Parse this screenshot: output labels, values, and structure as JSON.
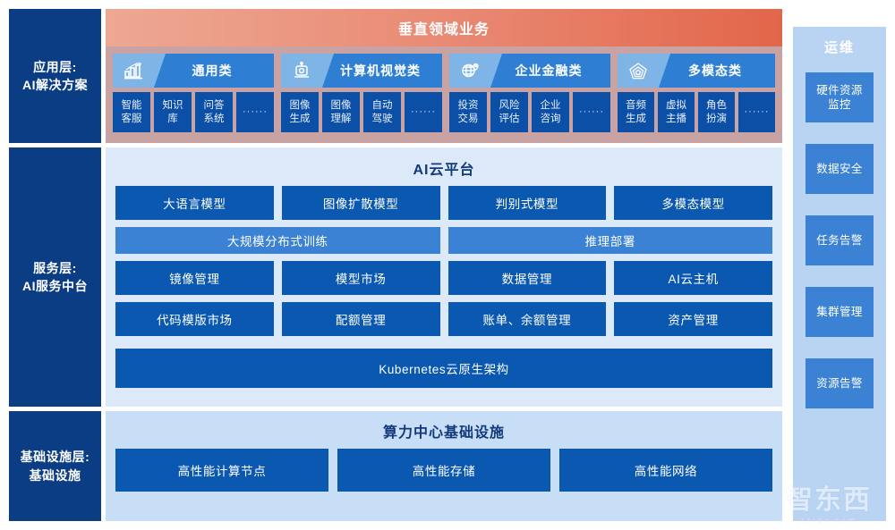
{
  "layers": [
    {
      "id": "application",
      "label": "应用层:\nAI解决方案"
    },
    {
      "id": "service",
      "label": "服务层:\nAI服务中台"
    },
    {
      "id": "infrastructure",
      "label": "基础设施层:\n基础设施"
    }
  ],
  "application": {
    "banner_title": "垂直领域业务",
    "categories": [
      {
        "title": "通用类",
        "icon": "bar-chart-icon",
        "items": [
          "智能\n客服",
          "知识\n库",
          "问答\n系统",
          "······"
        ]
      },
      {
        "title": "计算机视觉类",
        "icon": "camera-robot-icon",
        "items": [
          "图像\n生成",
          "图像\n理解",
          "自动\n驾驶",
          "······"
        ]
      },
      {
        "title": "企业金融类",
        "icon": "globe-pin-icon",
        "items": [
          "投资\n交易",
          "风险\n评估",
          "企业\n咨询",
          "······"
        ]
      },
      {
        "title": "多模态类",
        "icon": "pentagon-icon",
        "items": [
          "音频\n生成",
          "虚拟\n主播",
          "角色\n扮演",
          "······"
        ]
      }
    ]
  },
  "service": {
    "title": "AI云平台",
    "model_row": [
      "大语言模型",
      "图像扩散模型",
      "判别式模型",
      "多模态模型"
    ],
    "compute_row": [
      "大规模分布式训练",
      "推理部署"
    ],
    "service_row_1": [
      "镜像管理",
      "模型市场",
      "数据管理",
      "AI云主机"
    ],
    "service_row_2": [
      "代码模版市场",
      "配额管理",
      "账单、余额管理",
      "资产管理"
    ],
    "kubernetes": "Kubernetes云原生架构"
  },
  "infrastructure": {
    "title": "算力中心基础设施",
    "items": [
      "高性能计算节点",
      "高性能存储",
      "高性能网络"
    ]
  },
  "ops": {
    "title": "运维",
    "items": [
      "硬件资源\n监控",
      "数据安全",
      "任务告警",
      "集群管理",
      "资源告警"
    ]
  },
  "watermark": {
    "mark": "智东西",
    "sub": "zhidx.com"
  },
  "colors": {
    "layer_label_bg": "#0B3D85",
    "banner_start": "#eda893",
    "banner_end": "#e2664a",
    "app_panel_bg": "#c9a3a3",
    "category_header": "#2e7fd4",
    "category_icon_zone": "#7fb4e6",
    "chip_bg": "#0C4FA6",
    "service_panel_bg": "#dce9f8",
    "box_dark": "#0B58B0",
    "box_mid": "#3B82D4",
    "infra_panel_bg": "#c8ddf6",
    "ops_panel_bg": "#b9d4f3"
  }
}
